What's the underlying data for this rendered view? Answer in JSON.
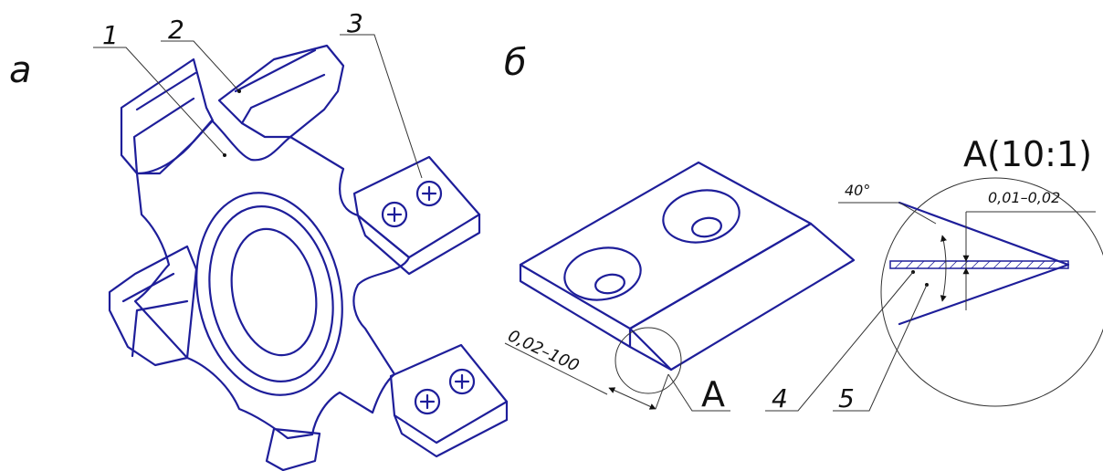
{
  "panels": {
    "a": "a",
    "b": "б"
  },
  "callouts": {
    "c1": "1",
    "c2": "2",
    "c3": "3",
    "c4": "4",
    "c5": "5"
  },
  "detail": {
    "marker": "A",
    "title": "A(10:1)",
    "angle": "40°",
    "thickness": "0,01–0,02"
  },
  "insert": {
    "dimension": "0,02–100"
  },
  "colors": {
    "line": "#1e1e9a",
    "leader": "#333333"
  }
}
